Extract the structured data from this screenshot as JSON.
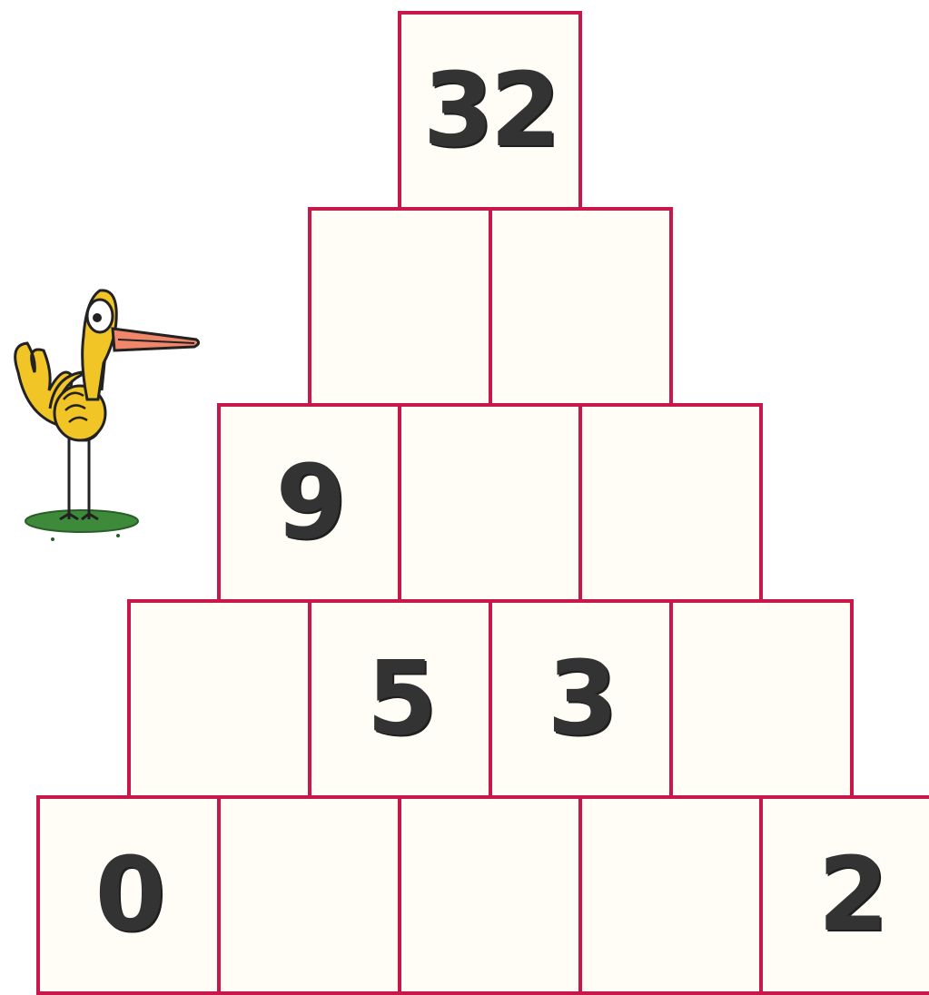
{
  "pyramid": {
    "rows": [
      [
        "32"
      ],
      [
        "",
        ""
      ],
      [
        "9",
        "",
        ""
      ],
      [
        "",
        "5",
        "3",
        ""
      ],
      [
        "0",
        "",
        "",
        "",
        "2"
      ]
    ],
    "border_color": "#c8174a",
    "cell_fill": "#fffdf6",
    "number_color": "#333333"
  },
  "illustration": {
    "icon": "bird-icon",
    "body_color": "#f2c526",
    "beak_color": "#f0866a",
    "ground_color": "#3d8a3a"
  }
}
